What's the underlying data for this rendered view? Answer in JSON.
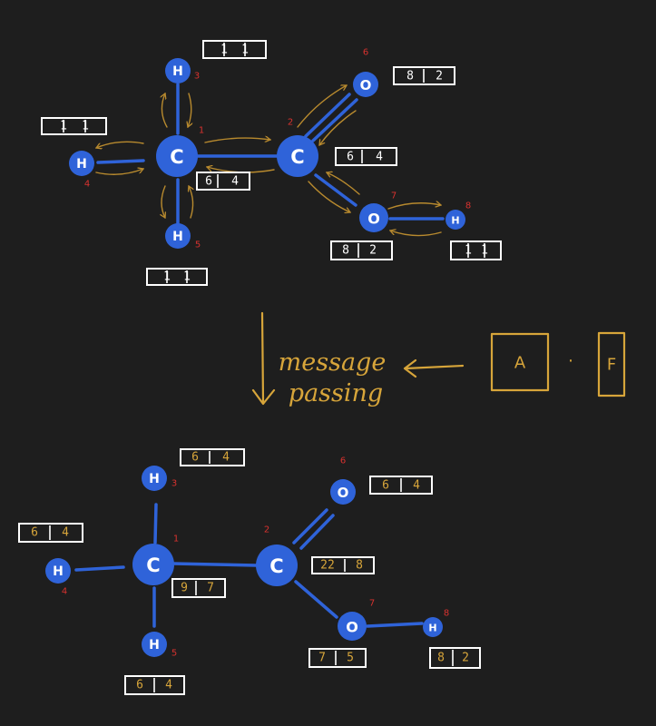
{
  "top": {
    "atoms": [
      {
        "id": "c1",
        "symbol": "C",
        "index": "1"
      },
      {
        "id": "c2",
        "symbol": "C",
        "index": "2"
      },
      {
        "id": "h3",
        "symbol": "H",
        "index": "3"
      },
      {
        "id": "h4",
        "symbol": "H",
        "index": "4"
      },
      {
        "id": "h5",
        "symbol": "H",
        "index": "5"
      },
      {
        "id": "o6",
        "symbol": "O",
        "index": "6"
      },
      {
        "id": "o7",
        "symbol": "O",
        "index": "7"
      },
      {
        "id": "h8",
        "symbol": "H",
        "index": "8"
      }
    ],
    "features": {
      "c1": [
        "6",
        "4"
      ],
      "c2": [
        "6",
        "4"
      ],
      "h3": [
        "1",
        "1"
      ],
      "h4": [
        "1",
        "1"
      ],
      "h5": [
        "1",
        "1"
      ],
      "o6": [
        "8",
        "2"
      ],
      "o7": [
        "8",
        "2"
      ],
      "h8": [
        "1",
        "1"
      ]
    }
  },
  "bottom": {
    "atoms": [
      {
        "id": "c1",
        "symbol": "C",
        "index": "1"
      },
      {
        "id": "c2",
        "symbol": "C",
        "index": "2"
      },
      {
        "id": "h3",
        "symbol": "H",
        "index": "3"
      },
      {
        "id": "h4",
        "symbol": "H",
        "index": "4"
      },
      {
        "id": "h5",
        "symbol": "H",
        "index": "5"
      },
      {
        "id": "o6",
        "symbol": "O",
        "index": "6"
      },
      {
        "id": "o7",
        "symbol": "O",
        "index": "7"
      },
      {
        "id": "h8",
        "symbol": "H",
        "index": "8"
      }
    ],
    "features": {
      "c1": [
        "9",
        "7"
      ],
      "c2": [
        "22",
        "8"
      ],
      "h3": [
        "6",
        "4"
      ],
      "h4": [
        "6",
        "4"
      ],
      "h5": [
        "6",
        "4"
      ],
      "o6": [
        "6",
        "4"
      ],
      "o7": [
        "7",
        "5"
      ],
      "h8": [
        "8",
        "2"
      ]
    }
  },
  "process": {
    "line1": "message",
    "line2": "passing",
    "matrix_a": "A",
    "matrix_f": "F",
    "operator": "·"
  },
  "colors": {
    "atom": "#2f63d9",
    "atom_index": "#d8322f",
    "message_arrows": "#b88a2e",
    "annotation": "#d7a53a",
    "feature_box": "#ffffff"
  }
}
